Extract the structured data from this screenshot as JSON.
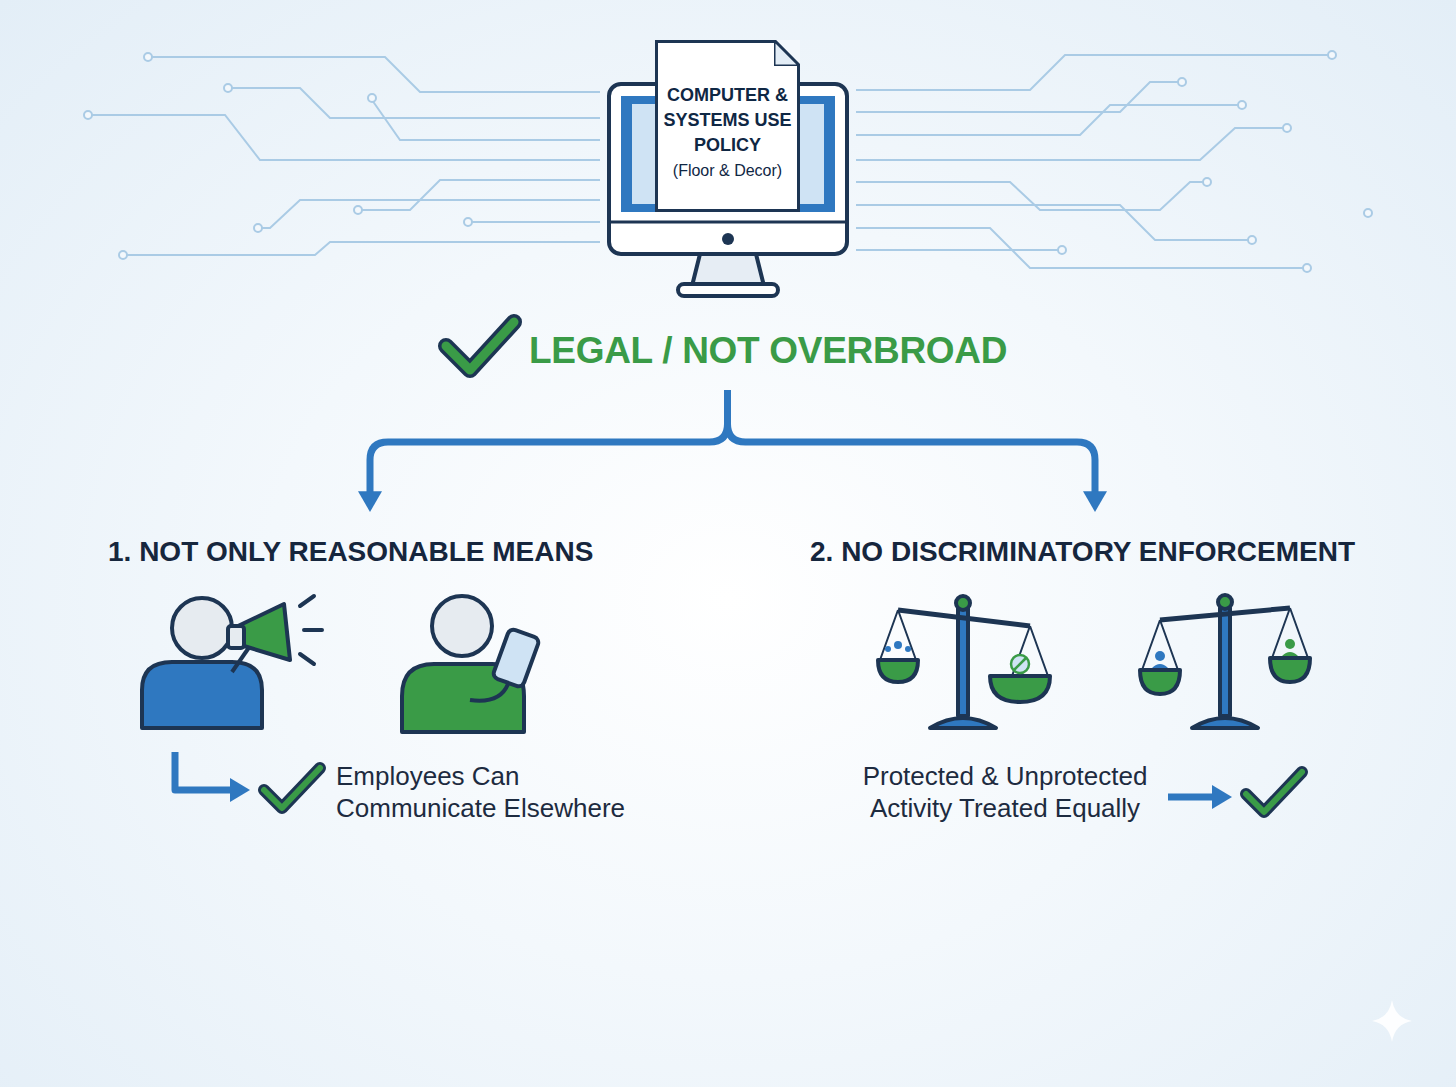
{
  "diagram": {
    "nodes": [
      {
        "text": [
          "COMPUTER & SYSTEMS USE POLICY",
          "(Floor & Decor)"
        ]
      },
      {
        "text": [
          "LEGAL / NOT OVERBROAD"
        ]
      },
      {
        "text": [
          "1. NOT ONLY REASONABLE MEANS"
        ]
      },
      {
        "text": [
          "2. NO DISCRIMINATORY ENFORCEMENT"
        ]
      }
    ],
    "edges": [
      {
        "from": 1,
        "to": 2,
        "arrow": "to"
      },
      {
        "from": 1,
        "to": 3,
        "arrow": "to"
      }
    ],
    "labels": [
      "Employees Can Communicate Elsewhere",
      "Protected & Unprotected Activity Treated Equally"
    ]
  }
}
